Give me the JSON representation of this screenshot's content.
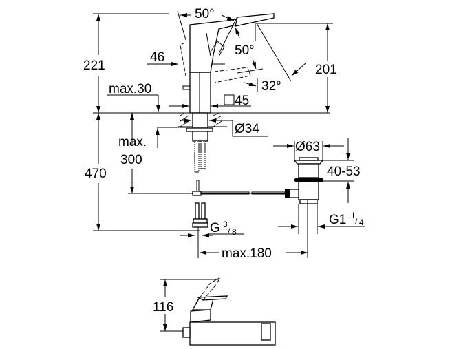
{
  "drawing": {
    "type": "technical-dimension-drawing",
    "subject": "single-lever basin mixer with pop-up waste",
    "stroke_color": "#000000",
    "background_color": "#ffffff"
  },
  "dimensions": {
    "total_height": "221",
    "spout_height": "201",
    "lever_angle_top": "50°",
    "lever_angle_side": "50°",
    "spout_angle": "32°",
    "handle_offset": "46",
    "max_deck_thickness_label": "max.30",
    "body_square": "45",
    "mounting_hole": "Ø34",
    "under_deck_max_line1": "max.",
    "under_deck_max_line2": "300",
    "total_below": "470",
    "waste_diameter": "Ø63",
    "waste_range": "40-53",
    "waste_thread_main": "G1",
    "waste_thread_num": "1",
    "waste_thread_den": "4",
    "supply_thread_main": "G",
    "supply_thread_num": "3",
    "supply_thread_den": "8",
    "max_reach": "max.180",
    "side_view_height": "116"
  }
}
